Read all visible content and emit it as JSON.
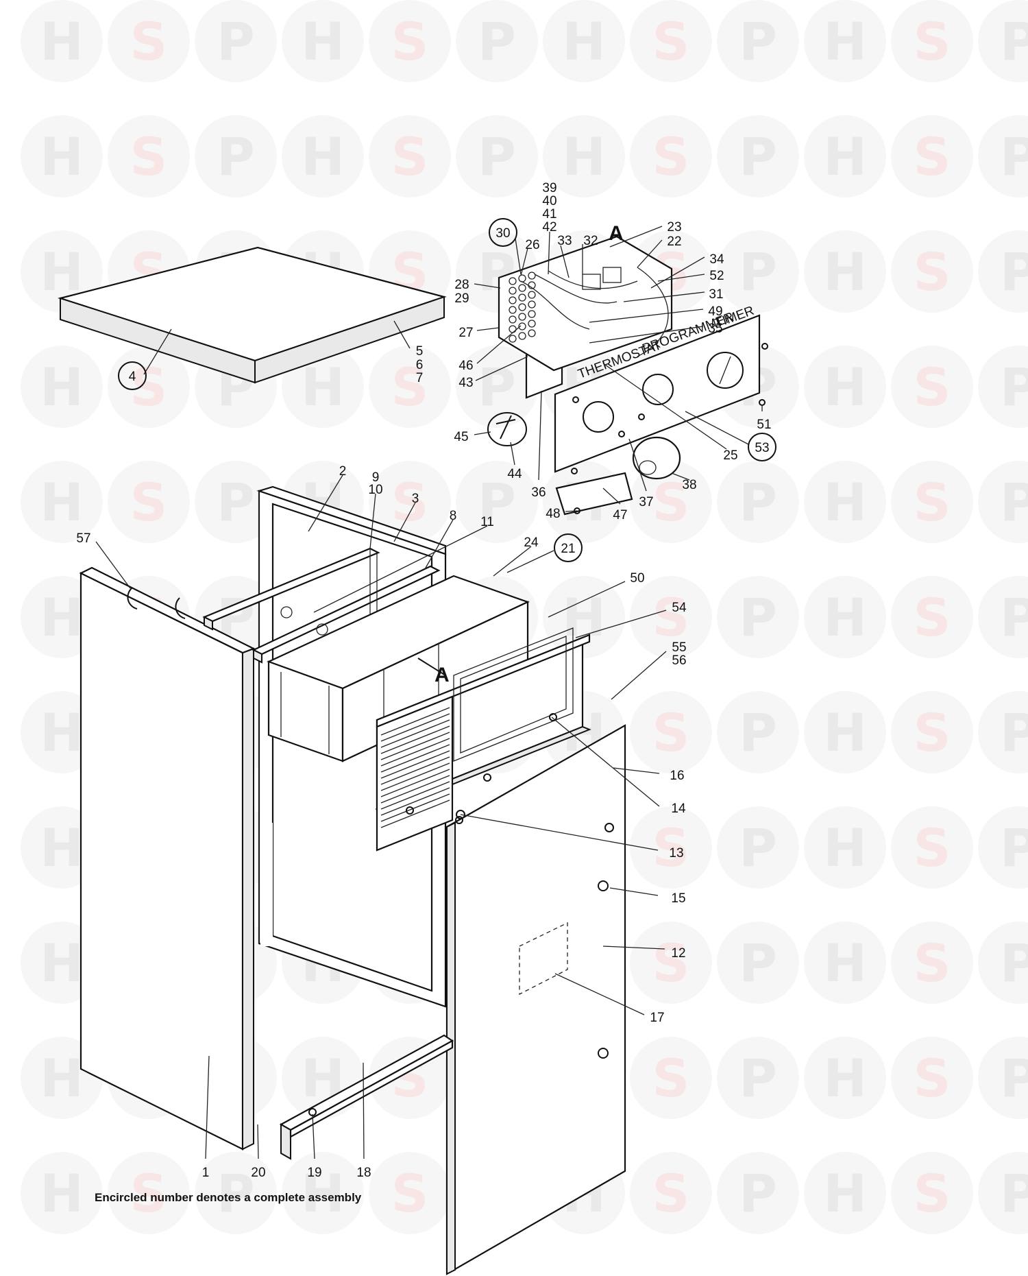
{
  "watermark": {
    "letters": [
      "H",
      "S",
      "P"
    ],
    "colors": {
      "H": "#cfcfcf",
      "S": "#f0c9c9",
      "P": "#cfcfcf"
    }
  },
  "header": {
    "view_marker": "A"
  },
  "panel_texts": {
    "thermostat": "THERMOSTAT",
    "programmer": "PROGRAMMER",
    "timer": "TIMER"
  },
  "view_marker_small": "A",
  "caption": "Encircled number denotes a complete assembly",
  "labels": {
    "n1": "1",
    "n2": "2",
    "n3": "3",
    "n4": "4",
    "n5": "5",
    "n6": "6",
    "n7": "7",
    "n8": "8",
    "n9": "9",
    "n10": "10",
    "n11": "11",
    "n12": "12",
    "n13": "13",
    "n14": "14",
    "n15": "15",
    "n16": "16",
    "n17": "17",
    "n18": "18",
    "n19": "19",
    "n20": "20",
    "n21": "21",
    "n22": "22",
    "n23": "23",
    "n24": "24",
    "n25": "25",
    "n26": "26",
    "n27": "27",
    "n28": "28",
    "n29": "29",
    "n30": "30",
    "n31": "31",
    "n32": "32",
    "n33": "33",
    "n34": "34",
    "n35": "35",
    "n36": "36",
    "n37": "37",
    "n38": "38",
    "n39": "39",
    "n40": "40",
    "n41": "41",
    "n42": "42",
    "n43": "43",
    "n44": "44",
    "n45": "45",
    "n46": "46",
    "n47": "47",
    "n48": "48",
    "n49": "49",
    "n50": "50",
    "n51": "51",
    "n52": "52",
    "n53": "53",
    "n54": "54",
    "n55": "55",
    "n56": "56",
    "n57": "57"
  }
}
